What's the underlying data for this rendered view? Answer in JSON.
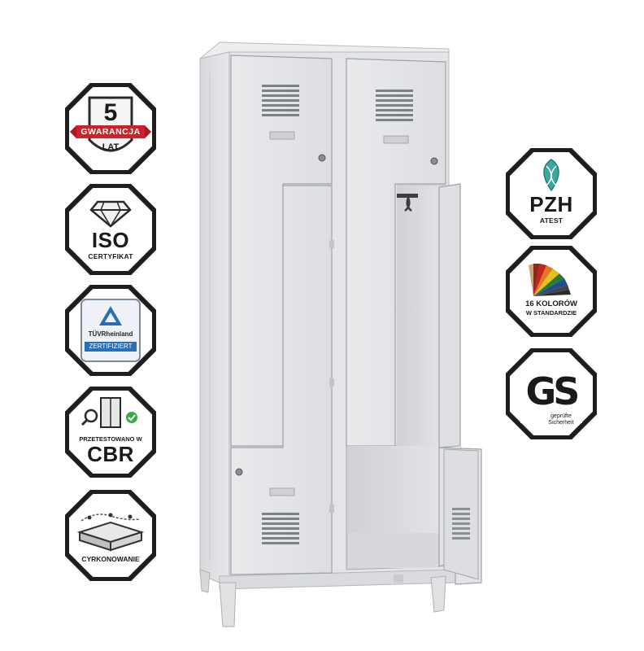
{
  "badges_left": {
    "guarantee": {
      "number": "5",
      "ribbon": "GWARANCJA",
      "unit": "LAT",
      "icon": "shield-icon"
    },
    "iso": {
      "title": "ISO",
      "caption": "CERTYFIKAT",
      "icon": "diamond-icon"
    },
    "tuv": {
      "brand": "TÜVRheinland",
      "caption": "ZERTIFIZIERT",
      "icon": "tuv-triangle-icon"
    },
    "cbr": {
      "caption_top": "PRZETESTOWANO W",
      "title": "CBR",
      "icon": "locker-check-icon"
    },
    "zinc": {
      "caption": "CYRKONOWANIE",
      "icon": "layered-surface-icon"
    }
  },
  "badges_right": {
    "pzh": {
      "title": "PZH",
      "caption": "ATEST",
      "icon": "leaf-dna-icon"
    },
    "colors": {
      "line1": "16 KOLORÓW",
      "line2": "W STANDARDZIE",
      "icon": "color-fan-icon"
    },
    "gs": {
      "title": "GS",
      "line1": "geprüfte",
      "line2": "Sicherheit",
      "icon": "gs-mark-icon"
    }
  },
  "colors": {
    "badge_border": "#1e1e1e",
    "guarantee_ribbon": "#d0202a",
    "tuv_blue": "#2a6fb5",
    "cbr_check": "#3aa845",
    "locker_body": "#e7e8ea"
  },
  "product": {
    "name": "steel-z-locker",
    "doors": 4,
    "open_doors": 2
  }
}
